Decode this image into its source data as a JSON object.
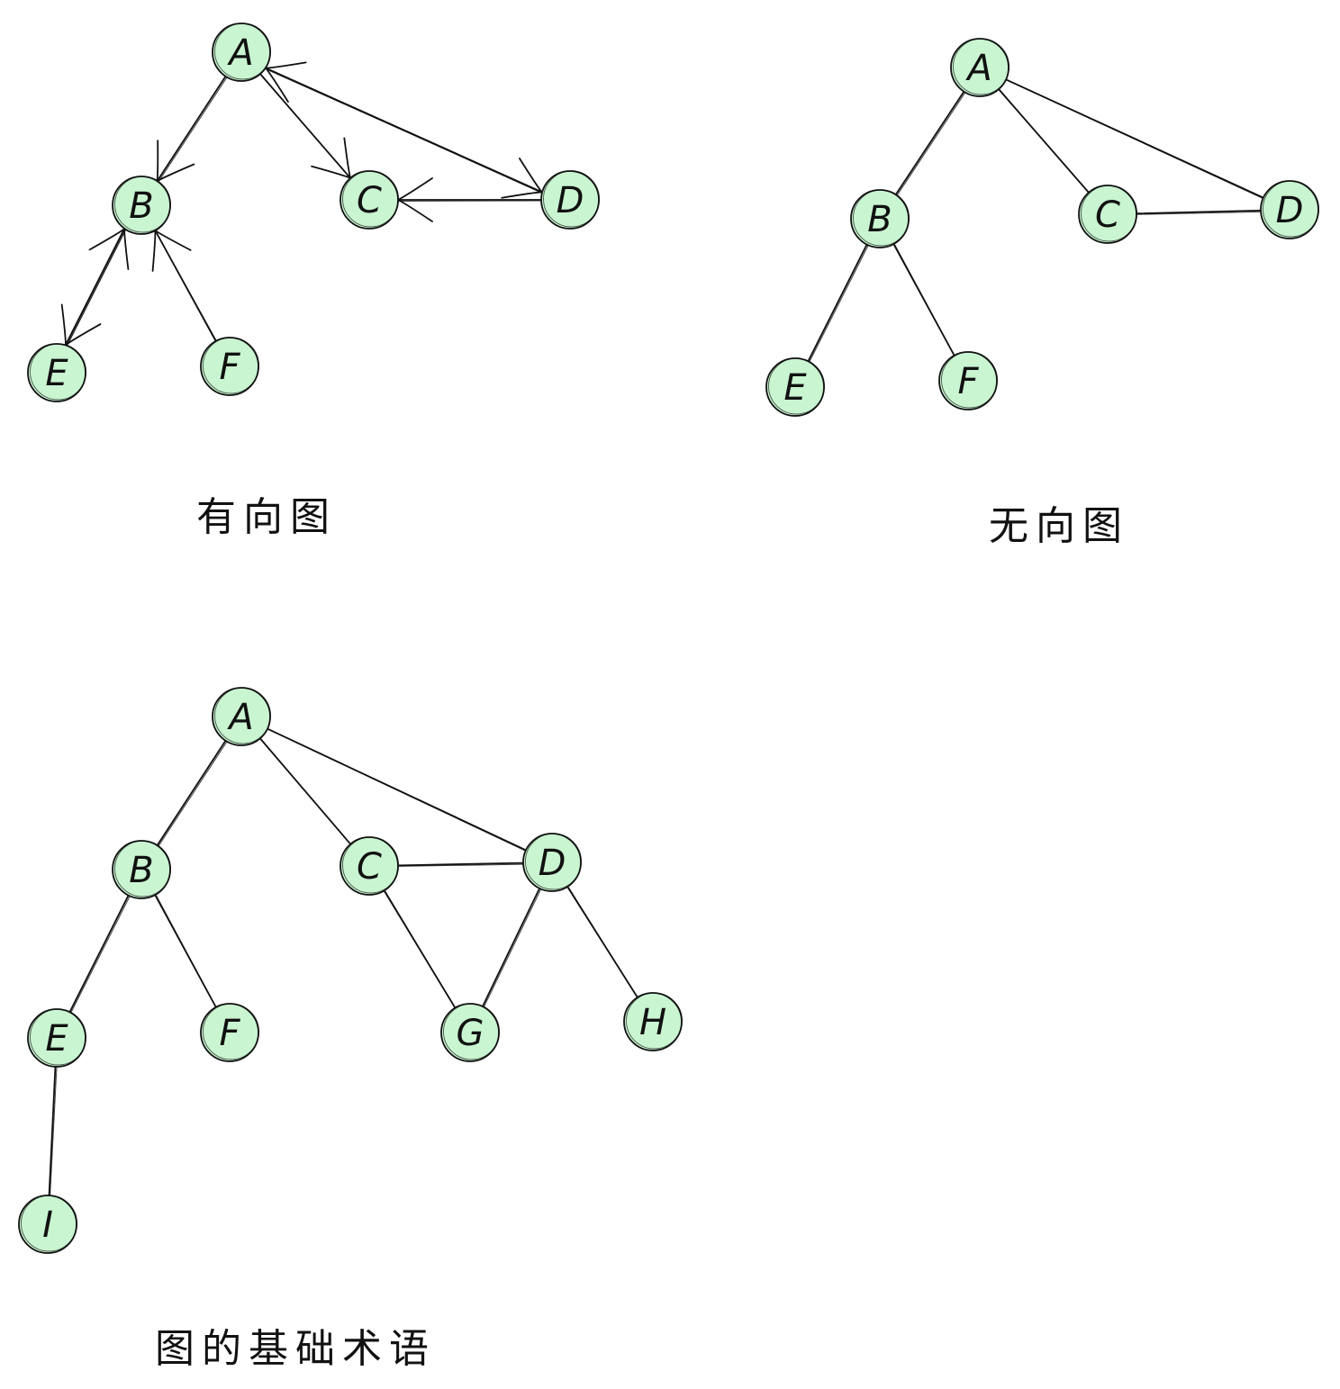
{
  "colors": {
    "node_fill": "#c9f5d1",
    "stroke": "#111111",
    "background": "#ffffff"
  },
  "diagrams": [
    {
      "id": "directed",
      "caption": "有向图",
      "directed": true,
      "nodes": [
        "A",
        "B",
        "C",
        "D",
        "E",
        "F"
      ],
      "edges": [
        [
          "A",
          "B"
        ],
        [
          "A",
          "C"
        ],
        [
          "A",
          "D"
        ],
        [
          "D",
          "A"
        ],
        [
          "D",
          "C"
        ],
        [
          "B",
          "E"
        ],
        [
          "E",
          "B"
        ],
        [
          "F",
          "B"
        ]
      ]
    },
    {
      "id": "undirected",
      "caption": "无向图",
      "directed": false,
      "nodes": [
        "A",
        "B",
        "C",
        "D",
        "E",
        "F"
      ],
      "edges": [
        [
          "A",
          "B"
        ],
        [
          "A",
          "C"
        ],
        [
          "A",
          "D"
        ],
        [
          "C",
          "D"
        ],
        [
          "B",
          "E"
        ],
        [
          "B",
          "F"
        ]
      ]
    },
    {
      "id": "terms",
      "caption": "图的基础术语",
      "directed": false,
      "nodes": [
        "A",
        "B",
        "C",
        "D",
        "E",
        "F",
        "G",
        "H",
        "I"
      ],
      "edges": [
        [
          "A",
          "B"
        ],
        [
          "A",
          "C"
        ],
        [
          "A",
          "D"
        ],
        [
          "C",
          "D"
        ],
        [
          "B",
          "E"
        ],
        [
          "B",
          "F"
        ],
        [
          "C",
          "G"
        ],
        [
          "D",
          "G"
        ],
        [
          "D",
          "H"
        ],
        [
          "E",
          "I"
        ]
      ]
    }
  ]
}
